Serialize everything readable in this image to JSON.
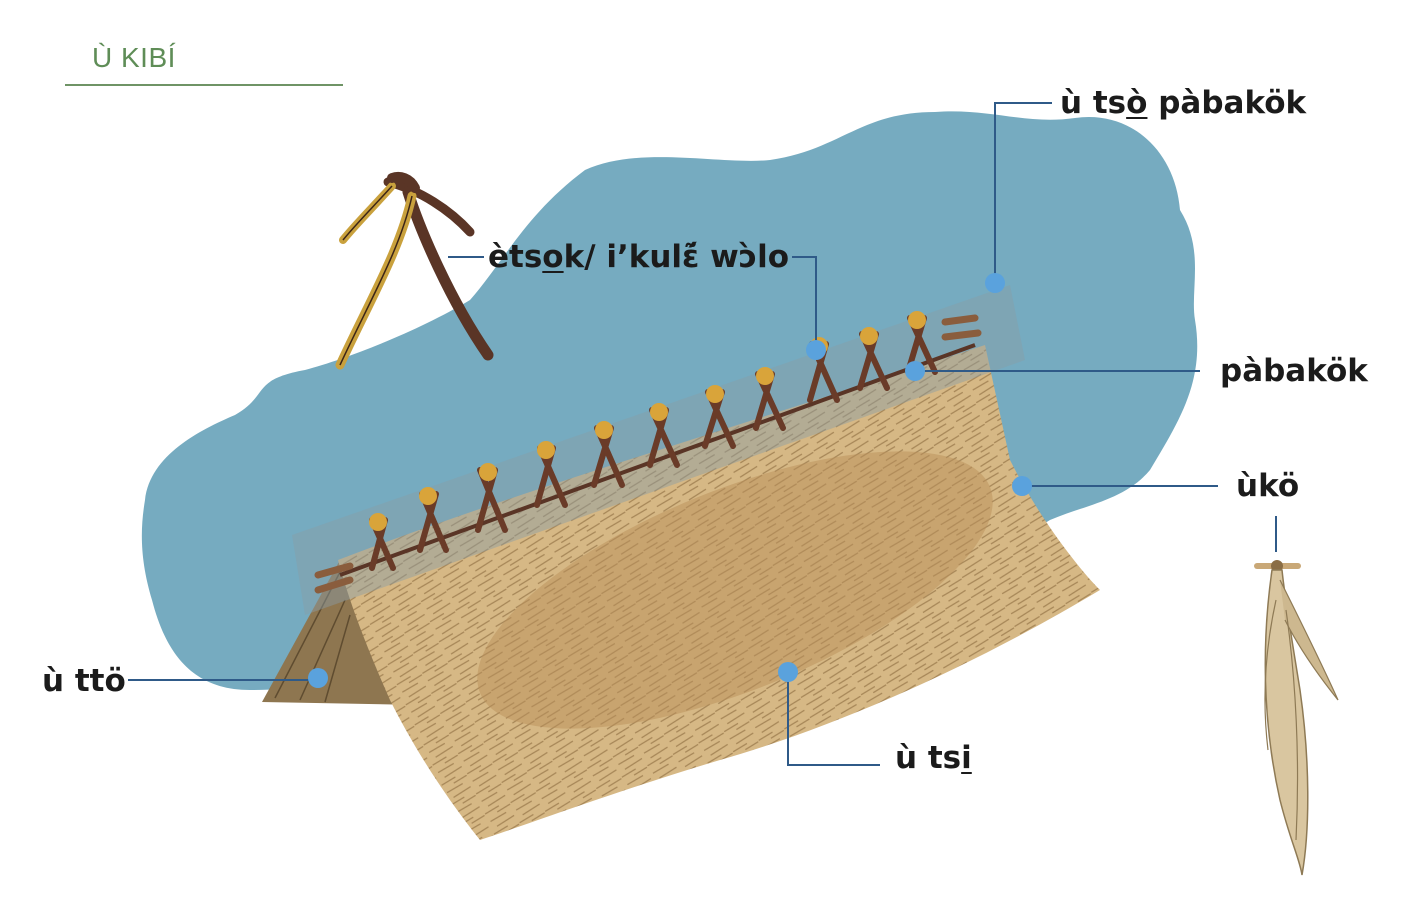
{
  "title": "Ù KIBÍ",
  "labels": {
    "tso_pabakok": {
      "pre": "ù ts",
      "u": "ò",
      "post": " pàbakök"
    },
    "etsok": {
      "pre": "èts",
      "u": "o",
      "post": "k/ i’kulɛ̃́ wɔ̀lo"
    },
    "pabakok": "pàbakök",
    "uko": "ùkö",
    "utto": "ù ttö",
    "tsi": {
      "pre": "ù ts",
      "u": "i",
      "post": ""
    }
  },
  "colors": {
    "title": "#5f8d57",
    "leader_line": "#2f5a88",
    "marker": "#5aa2dd",
    "water": "#6fa6bd",
    "thatch": "#d6b885",
    "thatch_shade": "#b98f5a",
    "stick_dark": "#5a3526",
    "stick_light": "#c9a13d"
  },
  "icons": [
    "a-frame-sticks-icon",
    "grass-bundle-icon",
    "thatched-roof-illustration",
    "blue-wash-background"
  ]
}
